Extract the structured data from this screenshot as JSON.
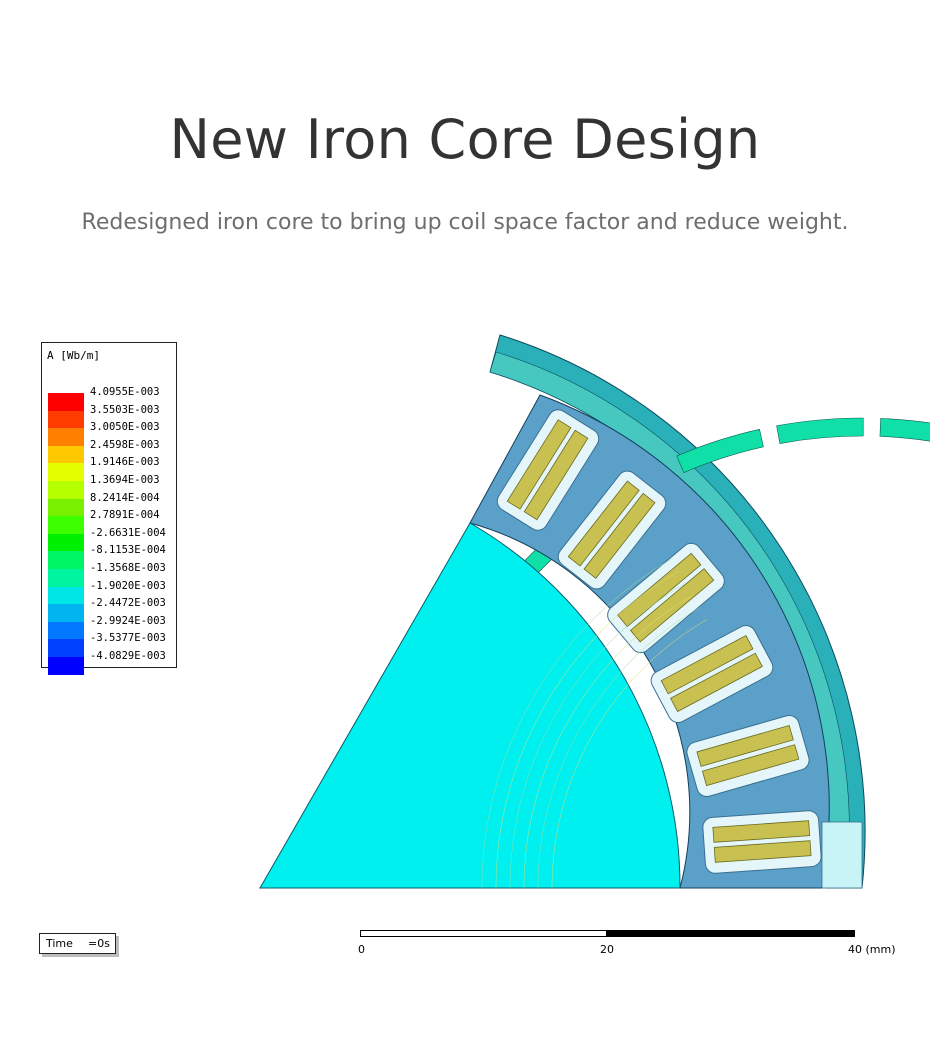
{
  "header": {
    "title": "New Iron Core Design",
    "subtitle": "Redesigned iron core to bring up coil space factor and reduce weight."
  },
  "legend": {
    "title": "A [Wb/m]",
    "entries": [
      {
        "label": "4.0955E-003",
        "color": "#ff0000"
      },
      {
        "label": "3.5503E-003",
        "color": "#ff3c00"
      },
      {
        "label": "3.0050E-003",
        "color": "#ff8000"
      },
      {
        "label": "2.4598E-003",
        "color": "#ffc800"
      },
      {
        "label": "1.9146E-003",
        "color": "#e6ff00"
      },
      {
        "label": "1.3694E-003",
        "color": "#b4ff00"
      },
      {
        "label": "8.2414E-004",
        "color": "#78f000"
      },
      {
        "label": "2.7891E-004",
        "color": "#3cff00"
      },
      {
        "label": "-2.6631E-004",
        "color": "#00f000"
      },
      {
        "label": "-8.1153E-004",
        "color": "#00f564"
      },
      {
        "label": "-1.3568E-003",
        "color": "#00f5a0"
      },
      {
        "label": "-1.9020E-003",
        "color": "#00e6e6"
      },
      {
        "label": "-2.4472E-003",
        "color": "#00b4f0"
      },
      {
        "label": "-2.9924E-003",
        "color": "#0078ff"
      },
      {
        "label": "-3.5377E-003",
        "color": "#0040ff"
      },
      {
        "label": "-4.0829E-003",
        "color": "#0000ff"
      }
    ]
  },
  "time": {
    "label": "Time",
    "value": "=0s"
  },
  "scale": {
    "ticks": [
      "0",
      "20",
      "40 (mm)"
    ]
  },
  "colors": {
    "rotor": "#00f0f0",
    "stator": "#62aacf",
    "coil": "#c8c050",
    "slot": "#dff4f8",
    "magnet": "#00e6a0",
    "outer_ring": "#40c8c8"
  }
}
